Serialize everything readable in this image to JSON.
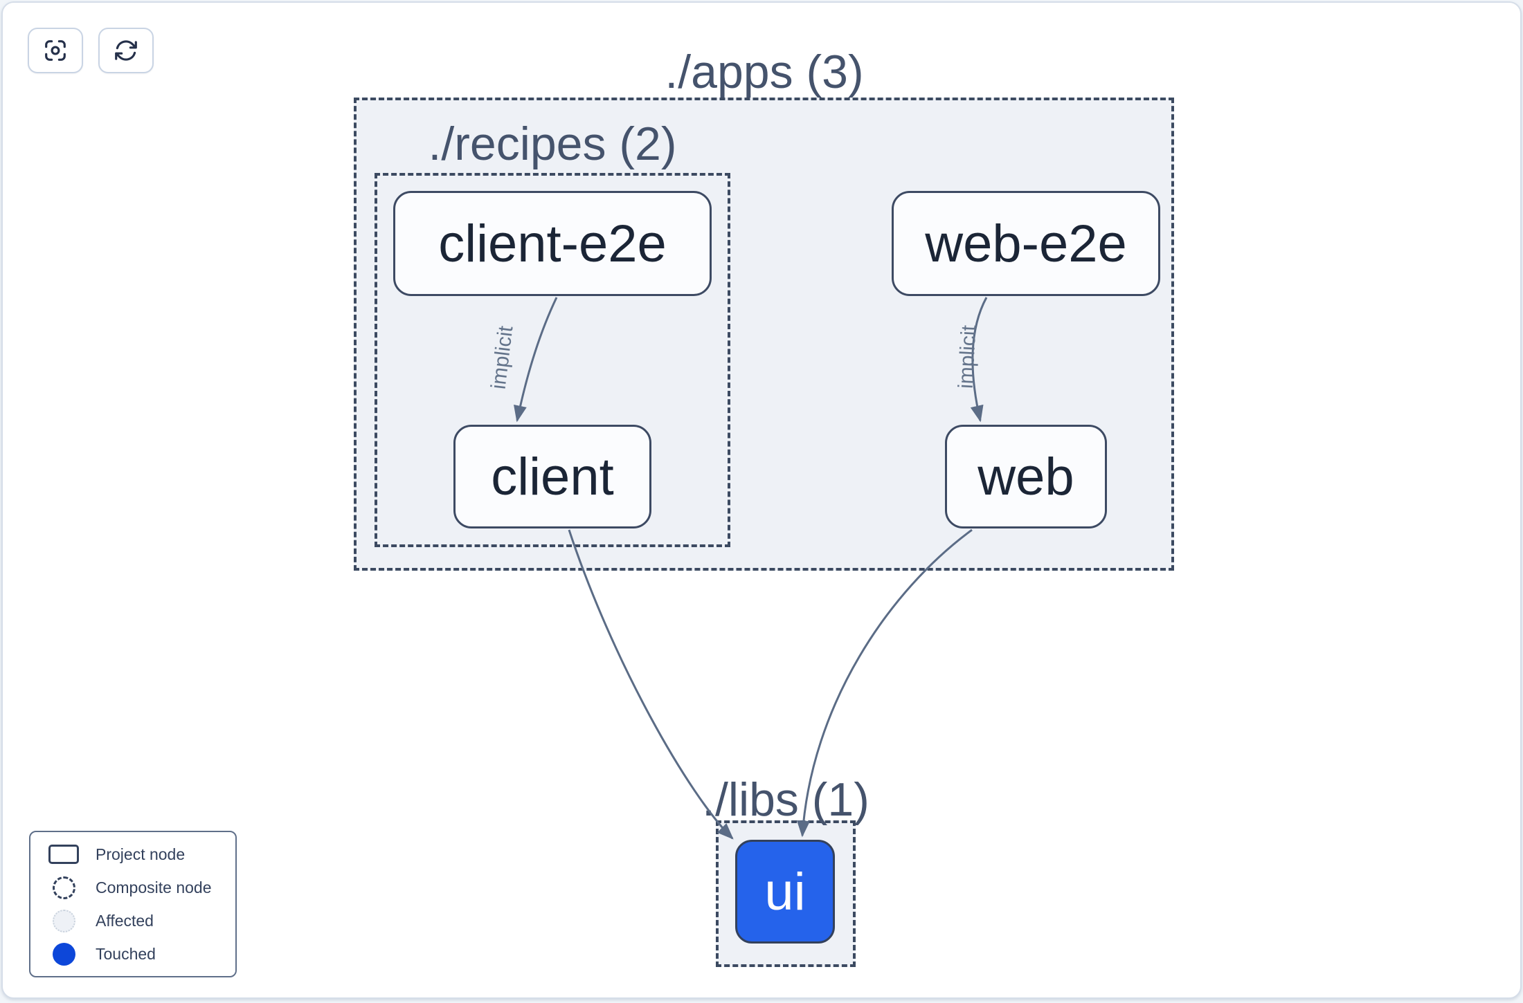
{
  "toolbar": {
    "center_button": {
      "icon": "focus-icon",
      "tooltip": ""
    },
    "refresh_button": {
      "icon": "refresh-icon",
      "tooltip": ""
    }
  },
  "graph": {
    "groups": [
      {
        "id": "apps",
        "title": "./apps (3)",
        "count": 3
      },
      {
        "id": "recipes",
        "title": "./recipes (2)",
        "count": 2
      },
      {
        "id": "libs",
        "title": "./libs (1)",
        "count": 1
      }
    ],
    "nodes": [
      {
        "id": "client-e2e",
        "label": "client-e2e",
        "state": "normal",
        "group": "recipes"
      },
      {
        "id": "web-e2e",
        "label": "web-e2e",
        "state": "normal",
        "group": "apps"
      },
      {
        "id": "client",
        "label": "client",
        "state": "normal",
        "group": "recipes"
      },
      {
        "id": "web",
        "label": "web",
        "state": "normal",
        "group": "apps"
      },
      {
        "id": "ui",
        "label": "ui",
        "state": "touched",
        "group": "libs"
      }
    ],
    "edges": [
      {
        "source": "client-e2e",
        "target": "client",
        "label": "implicit"
      },
      {
        "source": "web-e2e",
        "target": "web",
        "label": "implicit"
      },
      {
        "source": "client",
        "target": "ui",
        "label": ""
      },
      {
        "source": "web",
        "target": "ui",
        "label": ""
      }
    ]
  },
  "legend": {
    "items": [
      {
        "label": "Project node",
        "swatch": "project-node-swatch"
      },
      {
        "label": "Composite node",
        "swatch": "composite-node-swatch"
      },
      {
        "label": "Affected",
        "swatch": "affected-swatch"
      },
      {
        "label": "Touched",
        "swatch": "touched-swatch"
      }
    ]
  },
  "colors": {
    "touched_node_fill": "#2563eb",
    "touched_legend": "#0d47d9",
    "affected_fill": "#eef1f6",
    "group_fill": "#eef1f6",
    "node_fill": "#fbfcfe",
    "node_border": "#3d4a63",
    "edge": "#5b6c86",
    "group_title_text": "#45536c",
    "node_text": "#1b2536",
    "canvas_border": "#d5dde8"
  }
}
